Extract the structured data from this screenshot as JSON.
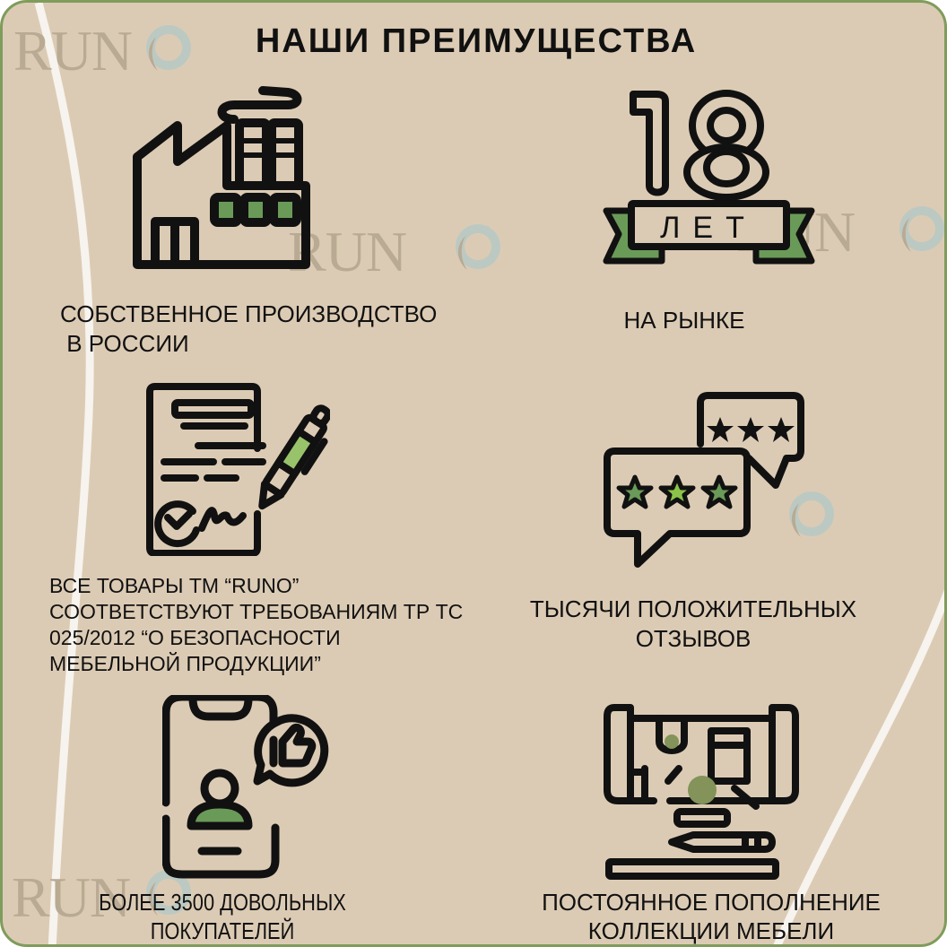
{
  "colors": {
    "background": "#dccbb4",
    "border": "#7f9c5b",
    "accent_green": "#6a9a58",
    "light_green": "#98c36a",
    "watermark_text": "#b9aa93",
    "watermark_mark": "#bcc9c3",
    "curve": "#f7f3ee",
    "text": "#111111"
  },
  "watermark": {
    "brand": "RUN"
  },
  "title": "НАШИ ПРЕИМУЩЕСТВА",
  "advantages": [
    {
      "icon": "factory-icon",
      "caption_line1": "СОБСТВЕННОЕ ПРОИЗВОДСТВО",
      "caption_line2": " В РОССИИ"
    },
    {
      "icon": "eighteen-years-badge-icon",
      "badge_number": "18",
      "badge_label": "ЛЕТ",
      "caption_line1": "НА РЫНКЕ"
    },
    {
      "icon": "signed-document-icon",
      "caption_line1": "ВСЕ ТОВАРЫ ТМ “RUNO”",
      "caption_line2": "СООТВЕТСТВУЮТ ТРЕБОВАНИЯМ ТР ТС",
      "caption_line3": "025/2012 “О БЕЗОПАСНОСТИ",
      "caption_line4": "МЕБЕЛЬНОЙ ПРОДУКЦИИ”"
    },
    {
      "icon": "reviews-stars-icon",
      "caption_line1": "ТЫСЯЧИ ПОЛОЖИТЕЛЬНЫХ",
      "caption_line2": "ОТЗЫВОВ"
    },
    {
      "icon": "phone-user-like-icon",
      "caption_line1": "БОЛЕЕ 3500 ДОВОЛЬНЫХ",
      "caption_line2": "ПОКУПАТЕЛЕЙ"
    },
    {
      "icon": "blueprint-pencil-ruler-icon",
      "caption_line1": "ПОСТОЯННОЕ ПОПОЛНЕНИЕ",
      "caption_line2": "КОЛЛЕКЦИИ МЕБЕЛИ"
    }
  ]
}
